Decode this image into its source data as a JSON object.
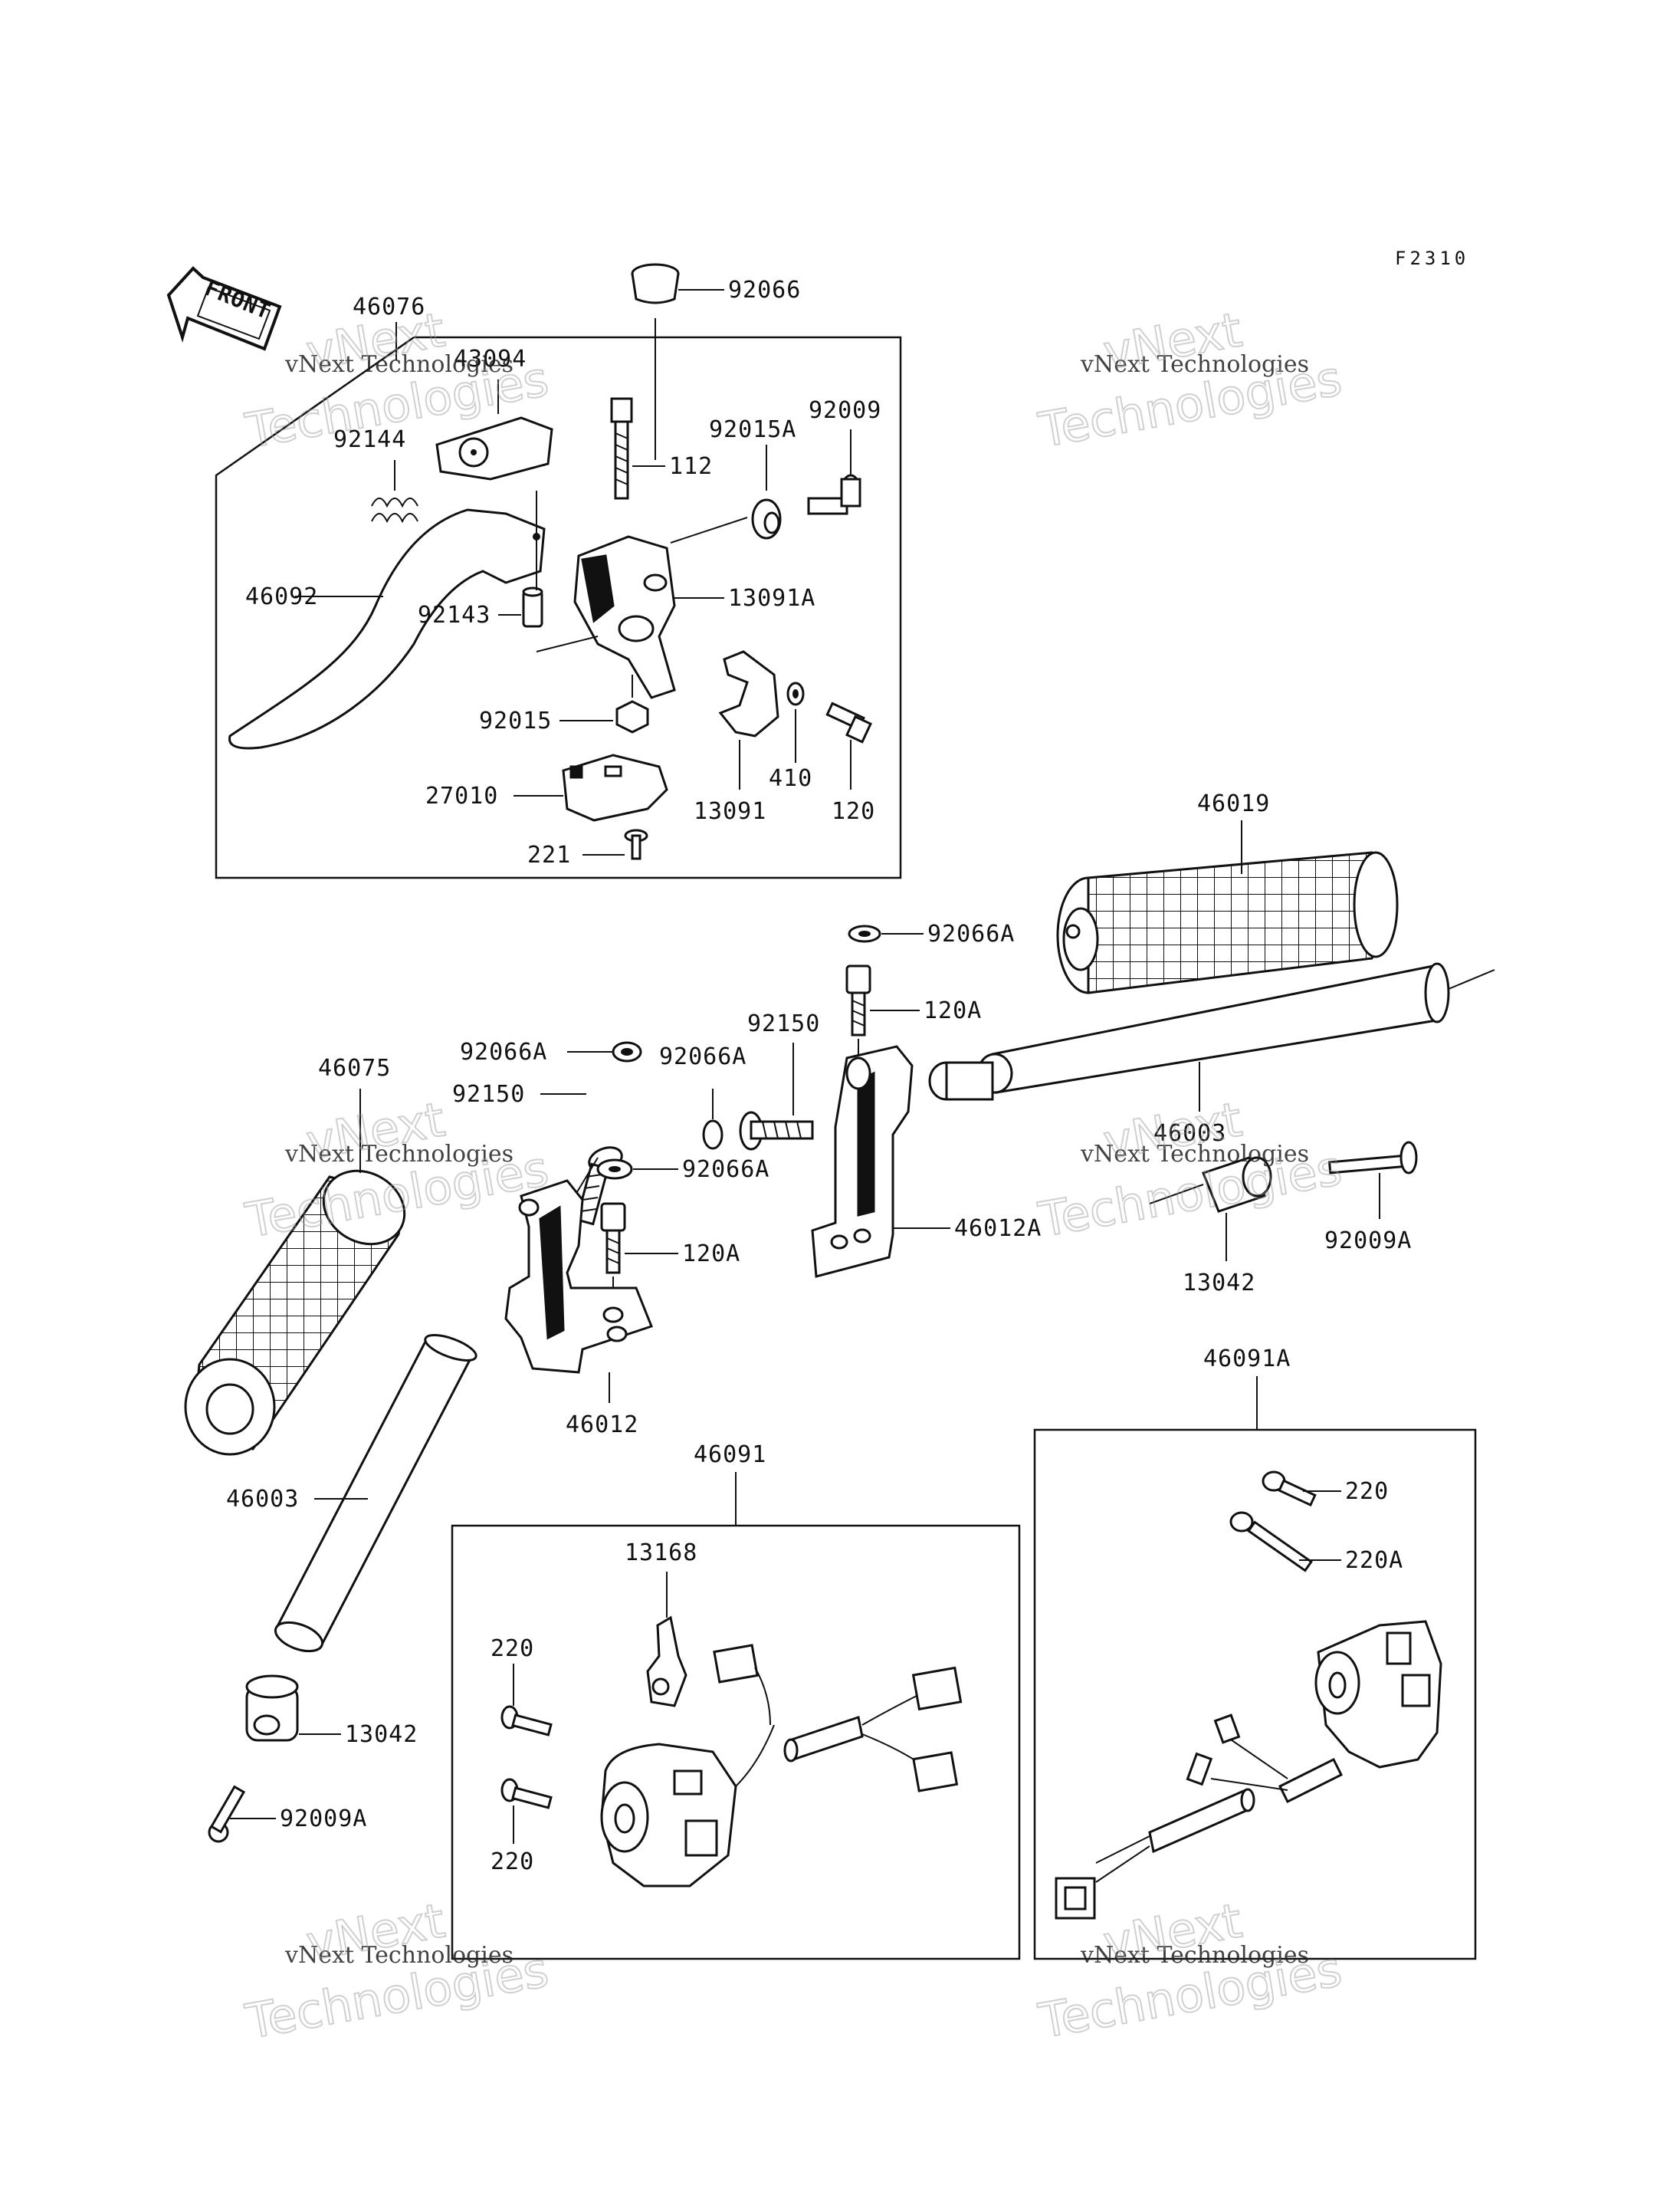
{
  "figure_code": "F2310",
  "front_label": "FRONT",
  "watermark": {
    "line1": "vNext Technologies",
    "line2": "Technologies",
    "line3": "vNext"
  },
  "parts": {
    "p92066": "92066",
    "p46076": "46076",
    "p43094": "43094",
    "p92144": "92144",
    "p112": "112",
    "p92015A": "92015A",
    "p92009": "92009",
    "p46092": "46092",
    "p92143": "92143",
    "p13091A": "13091A",
    "p92015": "92015",
    "p410": "410",
    "p27010": "27010",
    "p13091": "13091",
    "p120": "120",
    "p221": "221",
    "p46019": "46019",
    "p92066A_a": "92066A",
    "p120A_a": "120A",
    "p92150_a": "92150",
    "p92066A_b": "92066A",
    "p92066A_c": "92066A",
    "p46075": "46075",
    "p92150_b": "92150",
    "p46003_a": "46003",
    "p92066A_d": "92066A",
    "p46012A": "46012A",
    "p120A_b": "120A",
    "p92009A_a": "92009A",
    "p13042_a": "13042",
    "p46091A": "46091A",
    "p46012": "46012",
    "p46091": "46091",
    "p46003_b": "46003",
    "p220_a": "220",
    "p13168": "13168",
    "p220A": "220A",
    "p220_b": "220",
    "p13042_b": "13042",
    "p92009A_b": "92009A",
    "p220_c": "220"
  }
}
